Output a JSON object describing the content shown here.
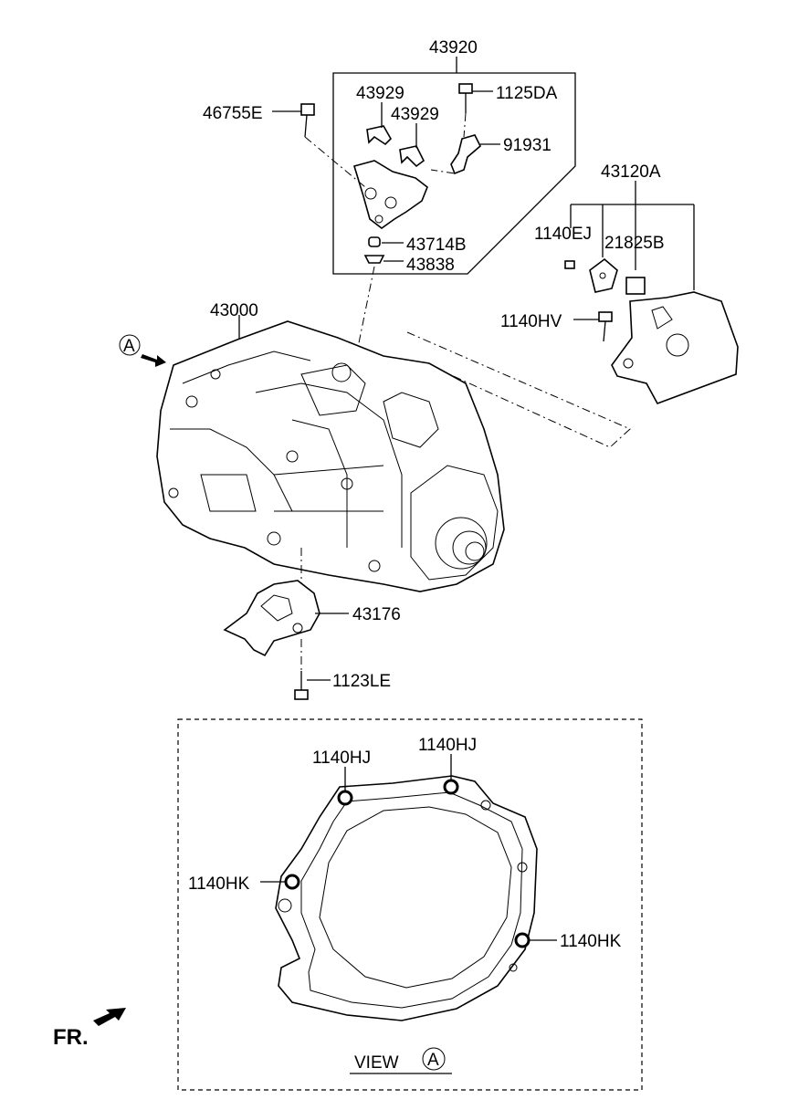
{
  "labels": {
    "p43920": "43920",
    "p43929a": "43929",
    "p43929b": "43929",
    "p1125DA": "1125DA",
    "p46755E": "46755E",
    "p91931": "91931",
    "p43714B": "43714B",
    "p43838": "43838",
    "p43120A": "43120A",
    "p1140EJ": "1140EJ",
    "p21825B": "21825B",
    "p1140HV": "1140HV",
    "p43000": "43000",
    "p43176": "43176",
    "p1123LE": "1123LE",
    "p1140HJa": "1140HJ",
    "p1140HJb": "1140HJ",
    "p1140HKa": "1140HK",
    "p1140HKb": "1140HK",
    "viewRef": "A",
    "viewText": "VIEW",
    "viewCircle": "A",
    "front": "FR."
  }
}
